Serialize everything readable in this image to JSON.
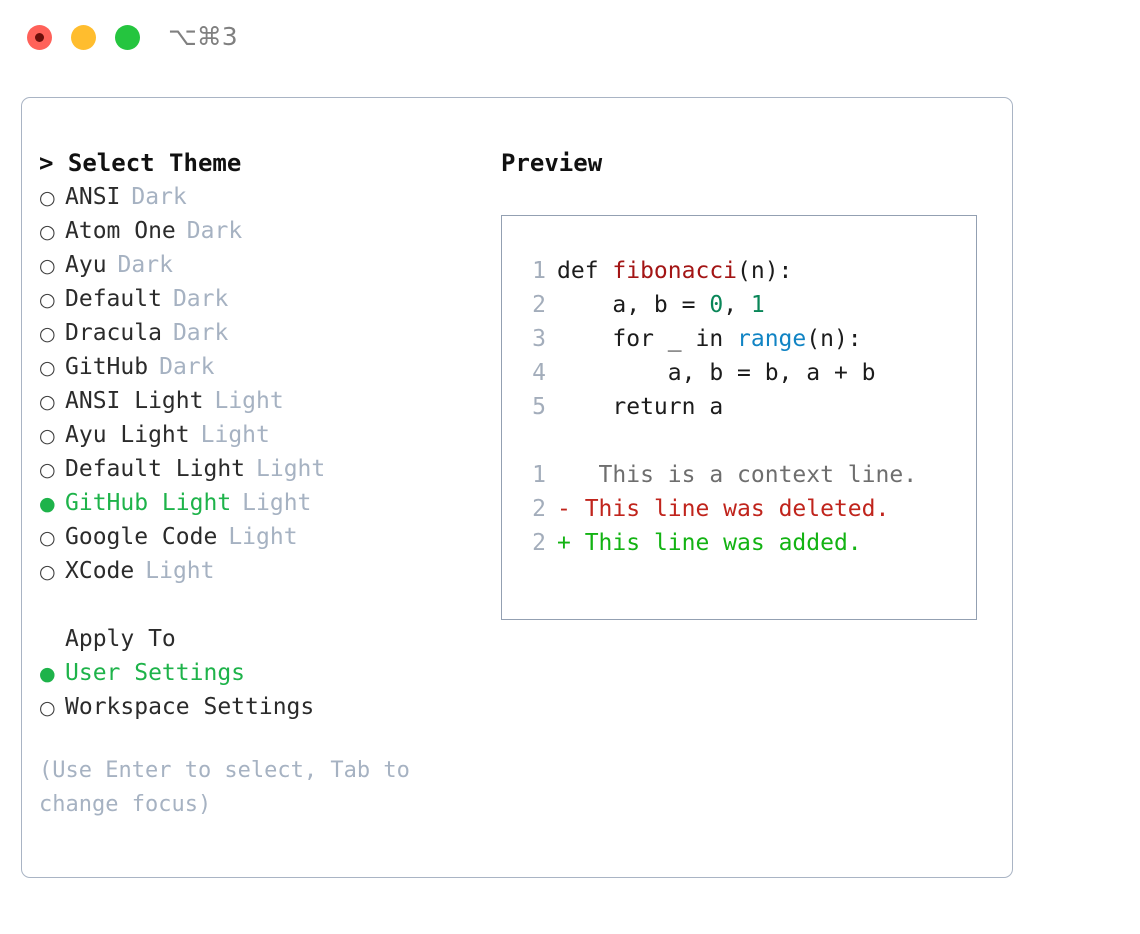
{
  "titlebar": {
    "shortcut": "⌥⌘3",
    "buttons": {
      "close": "close",
      "minimize": "minimize",
      "maximize": "maximize"
    }
  },
  "left": {
    "heading": "> Select Theme",
    "themes": [
      {
        "marker": "○",
        "name": "ANSI",
        "variant": "Dark",
        "selected": false
      },
      {
        "marker": "○",
        "name": "Atom One",
        "variant": "Dark",
        "selected": false
      },
      {
        "marker": "○",
        "name": "Ayu",
        "variant": "Dark",
        "selected": false
      },
      {
        "marker": "○",
        "name": "Default",
        "variant": "Dark",
        "selected": false
      },
      {
        "marker": "○",
        "name": "Dracula",
        "variant": "Dark",
        "selected": false
      },
      {
        "marker": "○",
        "name": "GitHub",
        "variant": "Dark",
        "selected": false
      },
      {
        "marker": "○",
        "name": "ANSI Light",
        "variant": "Light",
        "selected": false
      },
      {
        "marker": "○",
        "name": "Ayu Light",
        "variant": "Light",
        "selected": false
      },
      {
        "marker": "○",
        "name": "Default Light",
        "variant": "Light",
        "selected": false
      },
      {
        "marker": "●",
        "name": "GitHub Light",
        "variant": "Light",
        "selected": true
      },
      {
        "marker": "○",
        "name": "Google Code",
        "variant": "Light",
        "selected": false
      },
      {
        "marker": "○",
        "name": "XCode",
        "variant": "Light",
        "selected": false
      }
    ],
    "apply_to": {
      "title": "Apply To",
      "options": [
        {
          "marker": "●",
          "label": "User Settings",
          "selected": true
        },
        {
          "marker": "○",
          "label": "Workspace Settings",
          "selected": false
        }
      ]
    },
    "hint": "(Use Enter to select, Tab to change focus)"
  },
  "right": {
    "heading": "Preview",
    "code": [
      {
        "lno": "1",
        "segments": [
          {
            "text": "def ",
            "style": "plain"
          },
          {
            "text": "fibonacci",
            "style": "fn"
          },
          {
            "text": "(n):",
            "style": "plain"
          }
        ]
      },
      {
        "lno": "2",
        "segments": [
          {
            "text": "    a, b = ",
            "style": "plain"
          },
          {
            "text": "0",
            "style": "num"
          },
          {
            "text": ", ",
            "style": "plain"
          },
          {
            "text": "1",
            "style": "num"
          }
        ]
      },
      {
        "lno": "3",
        "segments": [
          {
            "text": "    for _ in ",
            "style": "plain"
          },
          {
            "text": "range",
            "style": "bi"
          },
          {
            "text": "(n):",
            "style": "plain"
          }
        ]
      },
      {
        "lno": "4",
        "segments": [
          {
            "text": "        a, b = b, a + b",
            "style": "plain"
          }
        ]
      },
      {
        "lno": "5",
        "segments": [
          {
            "text": "    return a",
            "style": "plain"
          }
        ]
      }
    ],
    "diff": [
      {
        "lno": "1",
        "marker": " ",
        "text": "  This is a context line.",
        "kind": "context"
      },
      {
        "lno": "2",
        "marker": "-",
        "text": " This line was deleted.",
        "kind": "deleted"
      },
      {
        "lno": "2",
        "marker": "+",
        "text": " This line was added.",
        "kind": "added"
      }
    ]
  },
  "colors": {
    "accent_green": "#1eb34a",
    "muted": "#a6b2c2",
    "border": "#a9b4c4",
    "diff_add": "#13b313",
    "diff_del": "#c0241c",
    "token_fn": "#a31515",
    "token_num": "#098658",
    "token_builtin": "#1184c4"
  }
}
